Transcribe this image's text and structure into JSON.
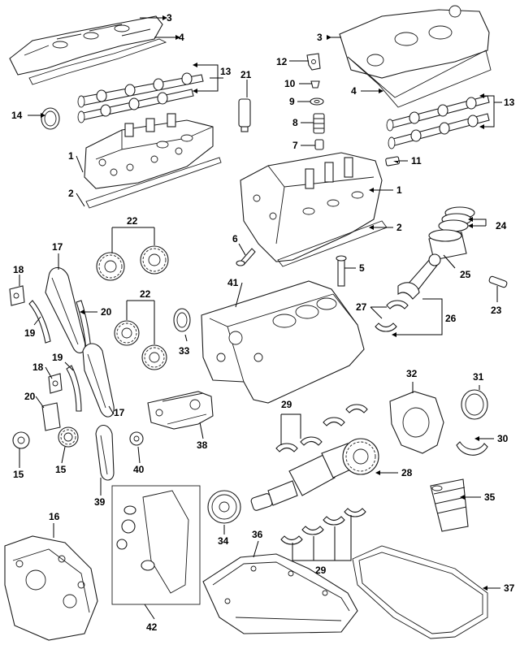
{
  "callouts": {
    "c1a": "1",
    "c1b": "1",
    "c2a": "2",
    "c2b": "2",
    "c3a": "3",
    "c3b": "3",
    "c4a": "4",
    "c4b": "4",
    "c5": "5",
    "c6": "6",
    "c7": "7",
    "c8": "8",
    "c9": "9",
    "c10": "10",
    "c11": "11",
    "c12": "12",
    "c13a": "13",
    "c13b": "13",
    "c14": "14",
    "c15a": "15",
    "c15b": "15",
    "c16": "16",
    "c17a": "17",
    "c17b": "17",
    "c18a": "18",
    "c18b": "18",
    "c19a": "19",
    "c19b": "19",
    "c20a": "20",
    "c20b": "20",
    "c21": "21",
    "c22a": "22",
    "c22b": "22",
    "c23": "23",
    "c24": "24",
    "c25": "25",
    "c26": "26",
    "c27": "27",
    "c28": "28",
    "c29a": "29",
    "c29b": "29",
    "c30": "30",
    "c31": "31",
    "c32": "32",
    "c33": "33",
    "c34": "34",
    "c35": "35",
    "c36": "36",
    "c37": "37",
    "c38": "38",
    "c39": "39",
    "c40": "40",
    "c41": "41",
    "c42": "42"
  },
  "colors": {
    "line": "#1a1a1a",
    "background": "#ffffff"
  }
}
